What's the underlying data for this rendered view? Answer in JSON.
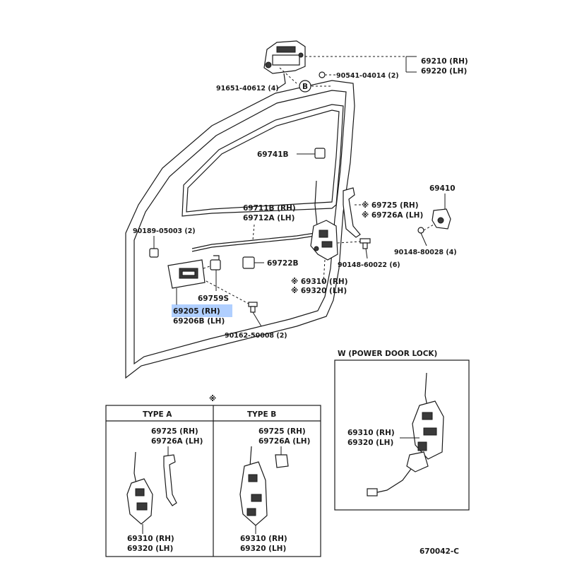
{
  "labels": {
    "p69210": "69210 (RH)",
    "p69220": "69220 (LH)",
    "p90541": "90541-04014 (2)",
    "p91651": "91651-40612 (4)",
    "circleB": "B",
    "p69741B": "69741B",
    "p69711B": "69711B (RH)",
    "p69712A": "69712A (LH)",
    "p69725": "※ 69725  (RH)",
    "p69726A": "※ 69726A (LH)",
    "p69410": "69410",
    "p90189": "90189-05003 (2)",
    "p90148_80028": "90148-80028 (4)",
    "p90148_60022": "90148-60022 (6)",
    "p69722B": "69722B",
    "p69310": "※ 69310 (RH)",
    "p69320": "※ 69320 (LH)",
    "p69759S": "69759S",
    "p69205": "69205  (RH)",
    "p69206B": "69206B (LH)",
    "p90162": "90162-50008 (2)",
    "powerDoorLock": "W (POWER  DOOR  LOCK)",
    "pd69310": "69310 (RH)",
    "pd69320": "69320 (LH)",
    "noteMark": "※",
    "typeA": "TYPE  A",
    "typeB": "TYPE  B",
    "ta69725": "69725   (RH)",
    "ta69726A": "69726A (LH)",
    "ta69310": "69310 (RH)",
    "ta69320": "69320 (LH)",
    "tb69725": "69725   (RH)",
    "tb69726A": "69726A (LH)",
    "tb69310": "69310 (RH)",
    "tb69320": "69320 (LH)",
    "figureCode": "670042-C"
  },
  "highlight": {
    "part": "69205  (RH)",
    "color": "#6fa8ff"
  }
}
